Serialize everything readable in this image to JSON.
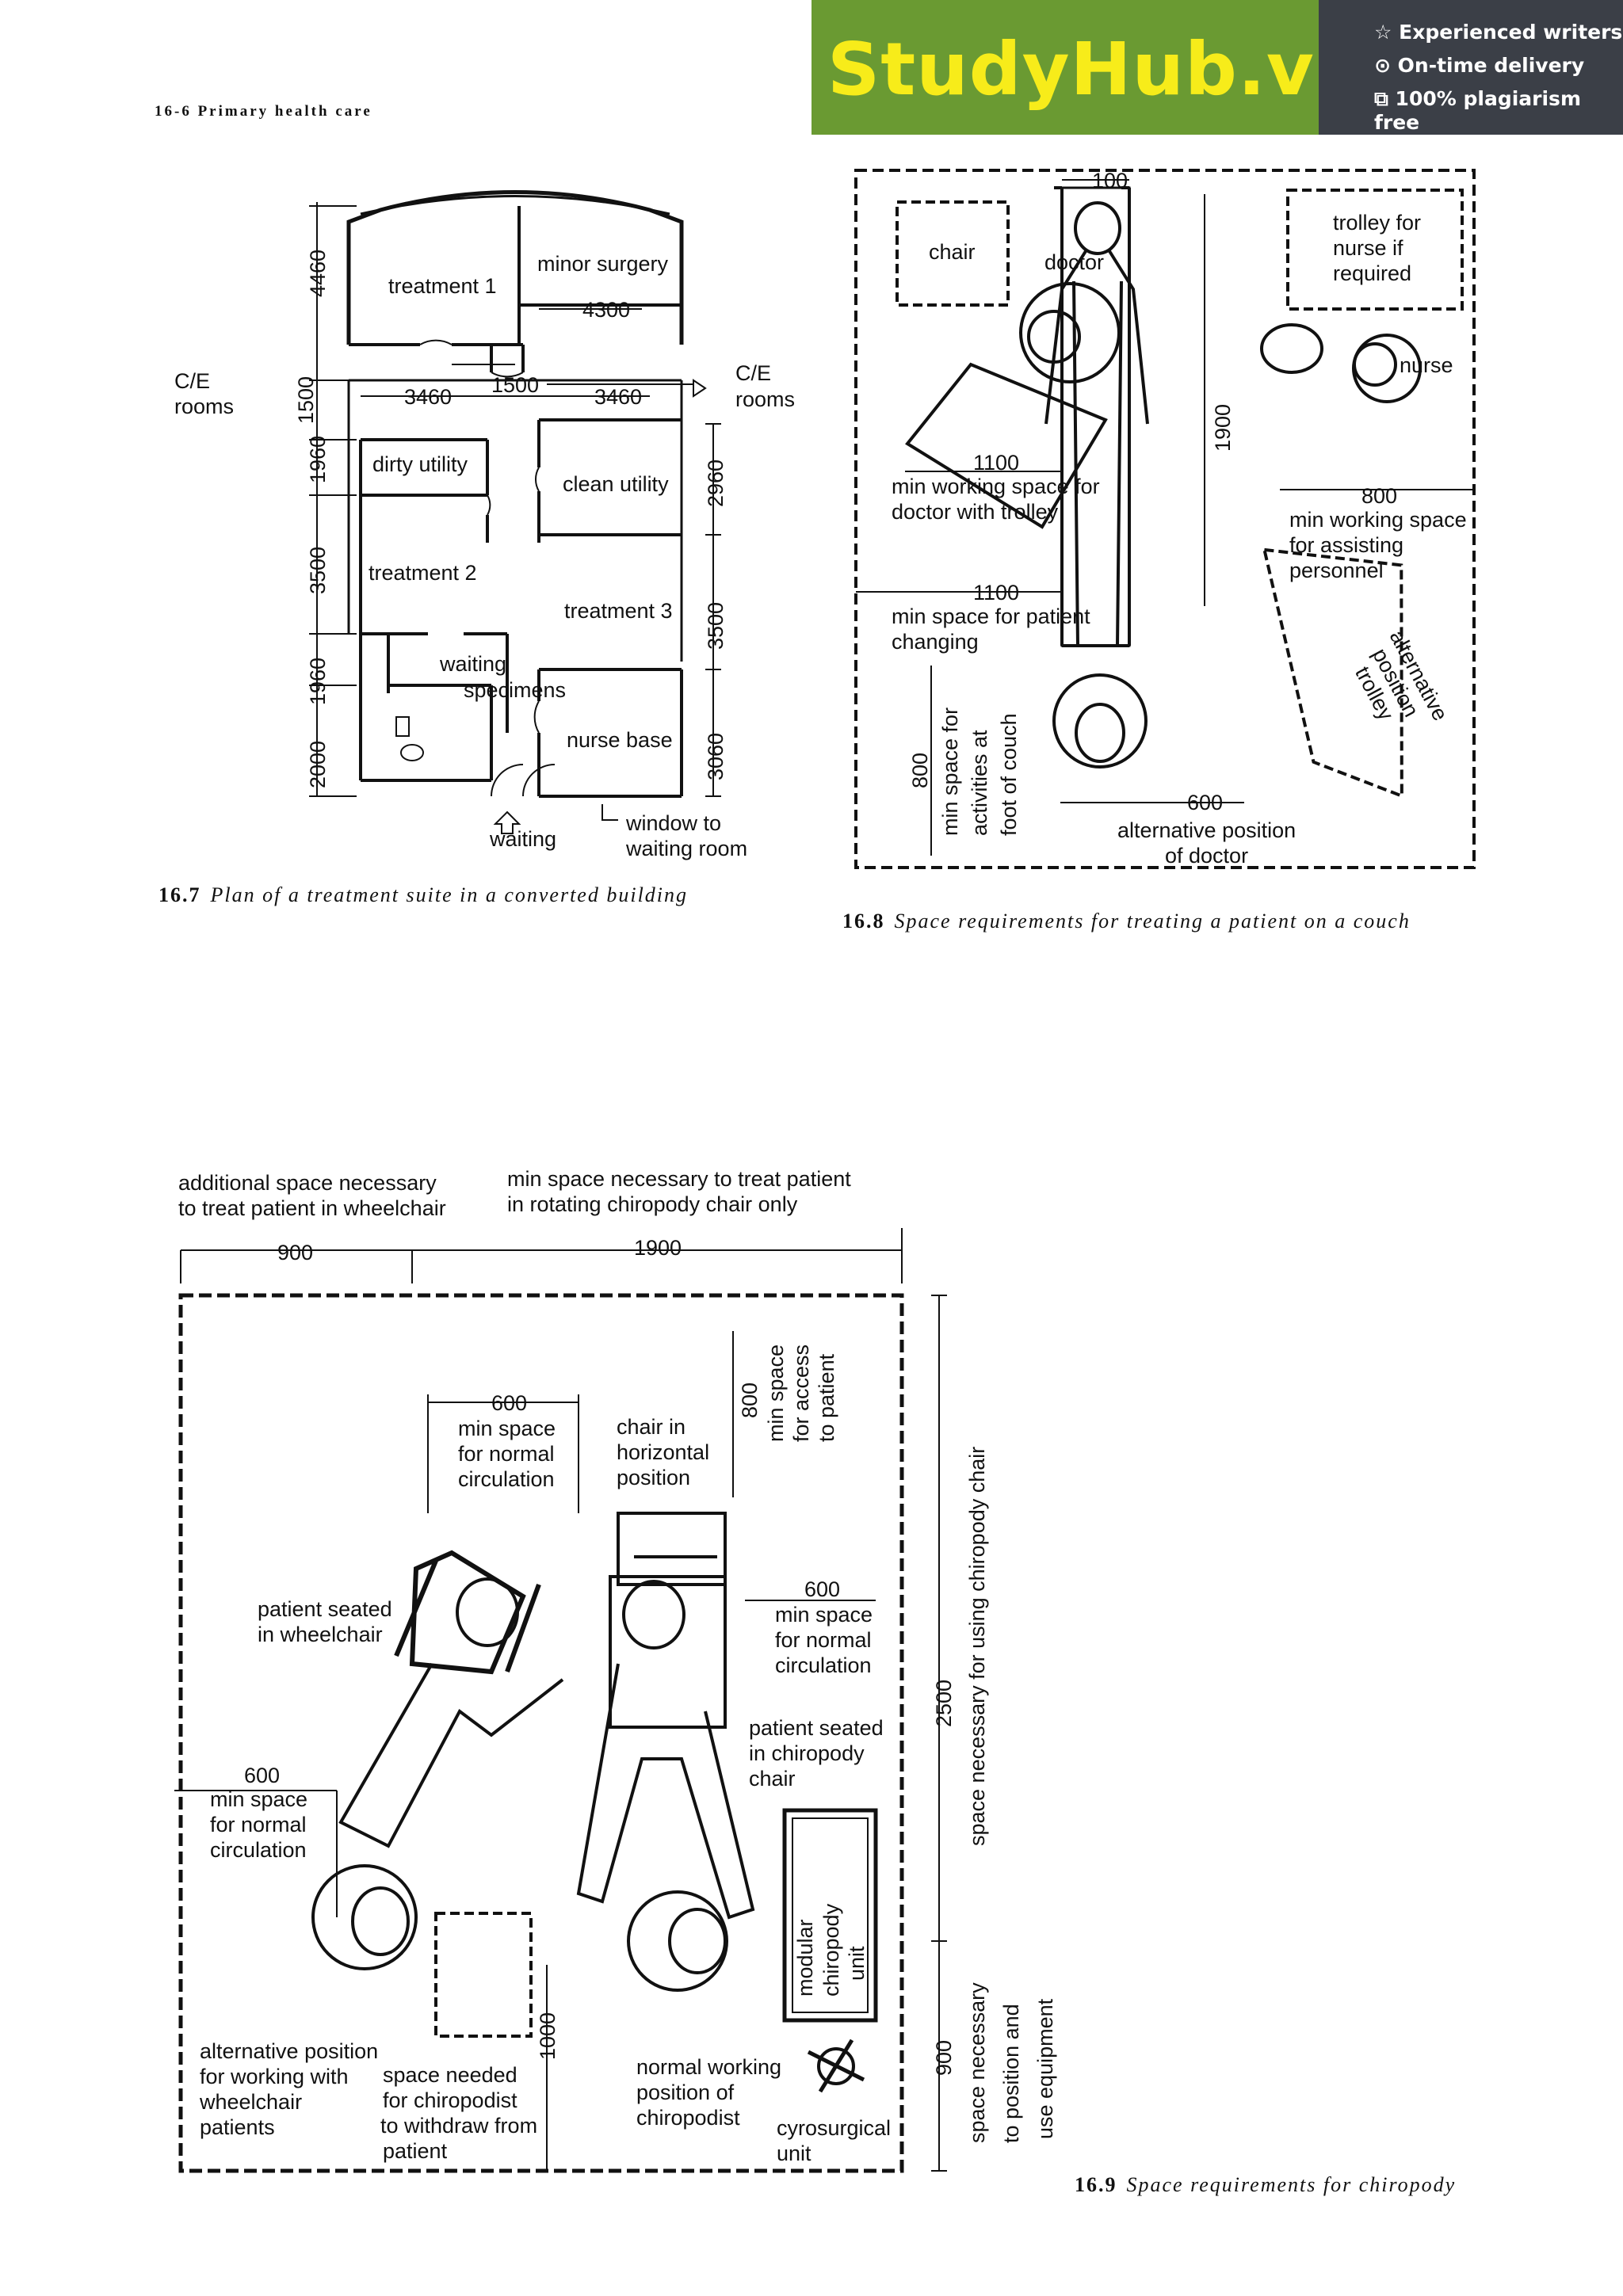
{
  "header": {
    "running_head": "16-6 Primary health care"
  },
  "banner": {
    "brand": "StudyHub.vip",
    "badges": [
      "☆ Experienced writers",
      "⊙ On-time delivery",
      "⧉ 100% plagiarism free"
    ]
  },
  "fig7": {
    "caption_num": "16.7",
    "caption_text": "Plan of a treatment suite in a converted building",
    "rooms": {
      "treatment1": "treatment 1",
      "minor_surgery": "minor surgery",
      "dirty_utility": "dirty utility",
      "clean_utility": "clean utility",
      "treatment2": "treatment 2",
      "treatment3": "treatment 3",
      "waiting_specimens_1": "waiting",
      "waiting_specimens_2": "specimens",
      "nurse_base": "nurse base",
      "ce_left_1": "C/E",
      "ce_left_2": "rooms",
      "ce_right_1": "C/E",
      "ce_right_2": "rooms",
      "waiting": "waiting",
      "window_1": "window to",
      "window_2": "waiting room"
    },
    "dims": {
      "d4460": "4460",
      "d4300": "4300",
      "d1500a": "1500",
      "d1500b": "1500",
      "d3460a": "3460",
      "d3460b": "3460",
      "d1960a": "1960",
      "d2960": "2960",
      "d3500a": "3500",
      "d3500b": "3500",
      "d1960b": "1960",
      "d2000": "2000",
      "d3060": "3060"
    }
  },
  "fig8": {
    "caption_num": "16.8",
    "caption_text": "Space requirements for treating a patient on a couch",
    "labels": {
      "chair": "chair",
      "doctor": "doctor",
      "trolley_1": "trolley for",
      "trolley_2": "nurse if",
      "trolley_3": "required",
      "nurse": "nurse",
      "d100": "100",
      "d1900": "1900",
      "d1100a": "1100",
      "ws_1": "min working space for",
      "ws_2": "doctor with trolley",
      "d800a": "800",
      "as_1": "min working space",
      "as_2": "for assisting",
      "as_3": "personnel",
      "d1100b": "1100",
      "pc_1": "min space for patient",
      "pc_2": "changing",
      "alt_1": "alternative",
      "alt_2": "position",
      "alt_3": "trolley",
      "d800b": "800",
      "foot_1": "min space for",
      "foot_2": "activities at",
      "foot_3": "foot of couch",
      "d600": "600",
      "altdoc_1": "alternative position",
      "altdoc_2": "of doctor"
    }
  },
  "fig9": {
    "caption_num": "16.9",
    "caption_text": "Space requirements for chiropody",
    "labels": {
      "wc_1": "additional space necessary",
      "wc_2": "to treat patient in wheelchair",
      "rot_1": "min space necessary to treat patient",
      "rot_2": "in rotating chiropody chair only",
      "d900a": "900",
      "d1900": "1900",
      "d600a": "600",
      "circ1_1": "min space",
      "circ1_2": "for normal",
      "circ1_3": "circulation",
      "chair_1": "chair in",
      "chair_2": "horizontal",
      "chair_3": "position",
      "d800": "800",
      "acc_1": "min space",
      "acc_2": "for access",
      "acc_3": "to patient",
      "pw_1": "patient seated",
      "pw_2": "in wheelchair",
      "d600b": "600",
      "circ2_1": "min space",
      "circ2_2": "for normal",
      "circ2_3": "circulation",
      "pc_1": "patient seated",
      "pc_2": "in chiropody",
      "pc_3": "chair",
      "d600c": "600",
      "circ3_1": "min space",
      "circ3_2": "for normal",
      "circ3_3": "circulation",
      "d2500": "2500",
      "using": "space necessary for using chiropody chair",
      "mod_1": "modular",
      "mod_2": "chiropody",
      "mod_3": "unit",
      "alt_1": "alternative position",
      "alt_2": "for working with",
      "alt_3": "wheelchair",
      "alt_4": "patients",
      "with_1": "space needed",
      "with_2": "for chiropodist",
      "with_3": "to withdraw from",
      "with_4": "patient",
      "d1000": "1000",
      "norm_1": "normal working",
      "norm_2": "position of",
      "norm_3": "chiropodist",
      "d900b": "900",
      "equip_1": "space necessary",
      "equip_2": "to position and",
      "equip_3": "use equipment",
      "cyro_1": "cyrosurgical",
      "cyro_2": "unit"
    }
  }
}
